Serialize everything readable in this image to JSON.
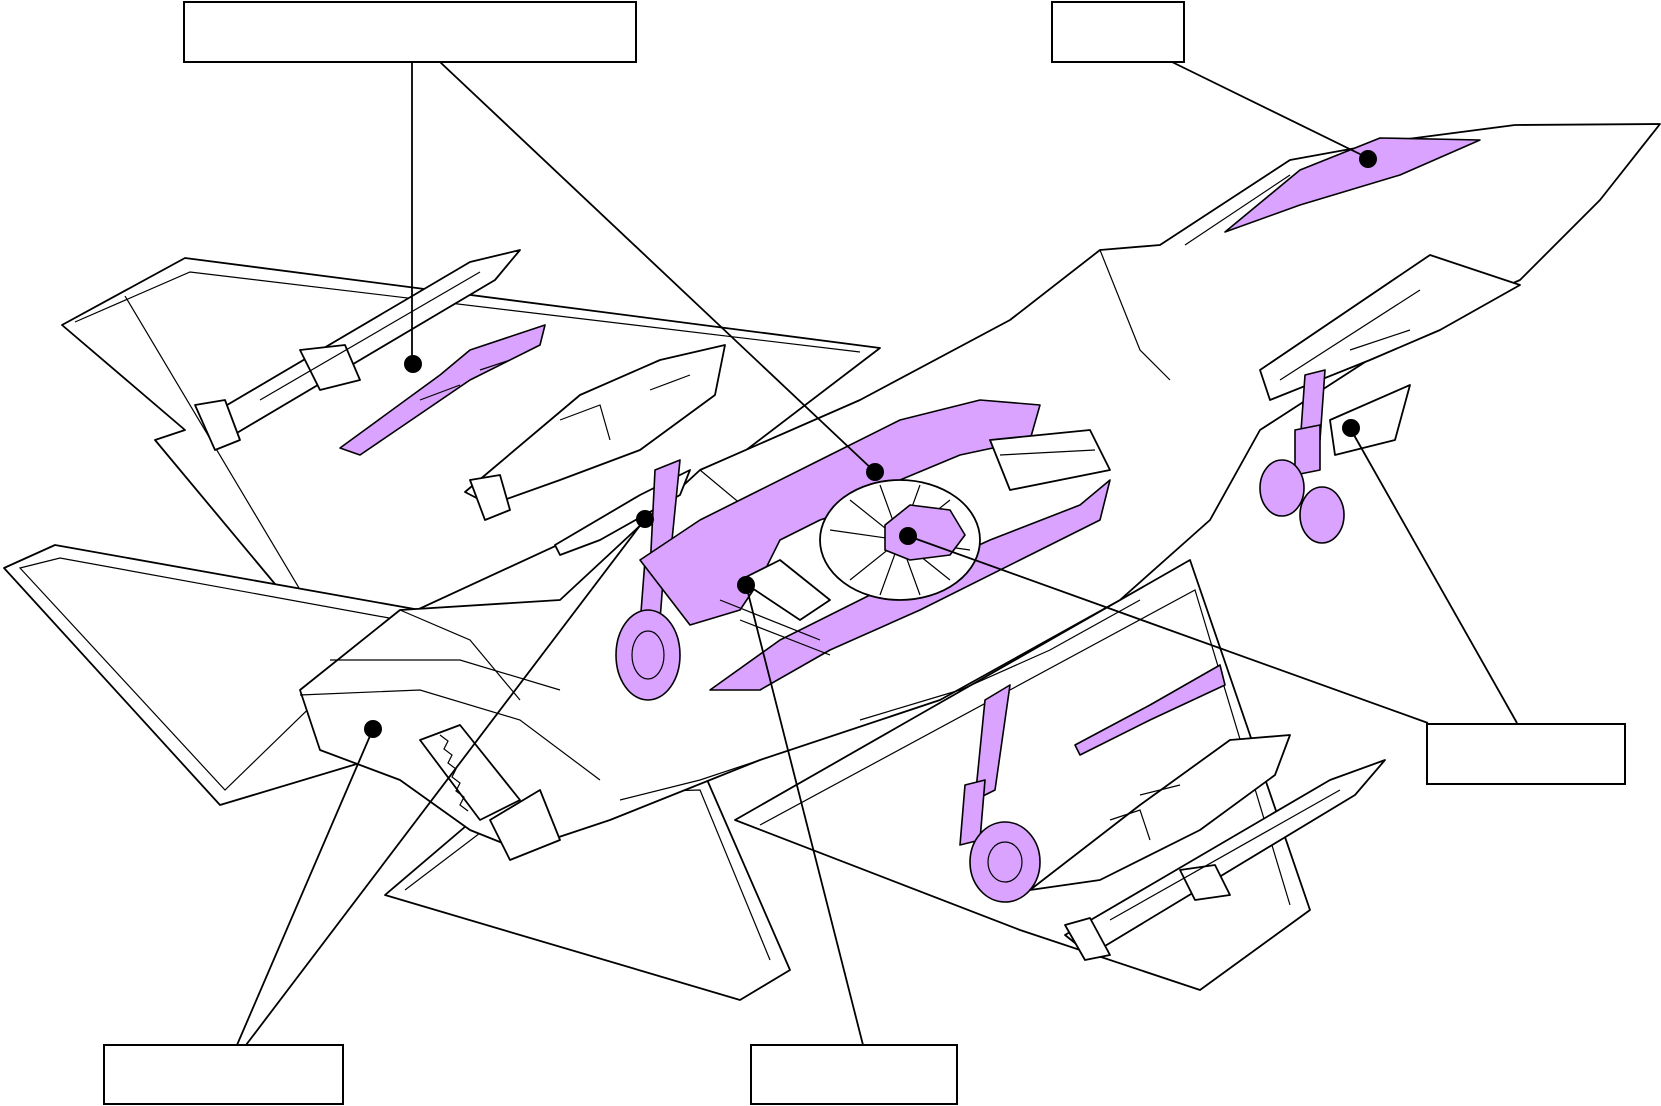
{
  "colors": {
    "highlight": "#d9a3ff",
    "ink": "#000000",
    "paper": "#ffffff"
  },
  "labels": [
    {
      "id": "weapon-bay-label",
      "text": ""
    },
    {
      "id": "canopy-label",
      "text": ""
    },
    {
      "id": "nose-gear-label",
      "text": ""
    },
    {
      "id": "engine-fan-label",
      "text": ""
    },
    {
      "id": "nozzle-label",
      "text": ""
    },
    {
      "id": "intake-duct-label",
      "text": ""
    }
  ]
}
